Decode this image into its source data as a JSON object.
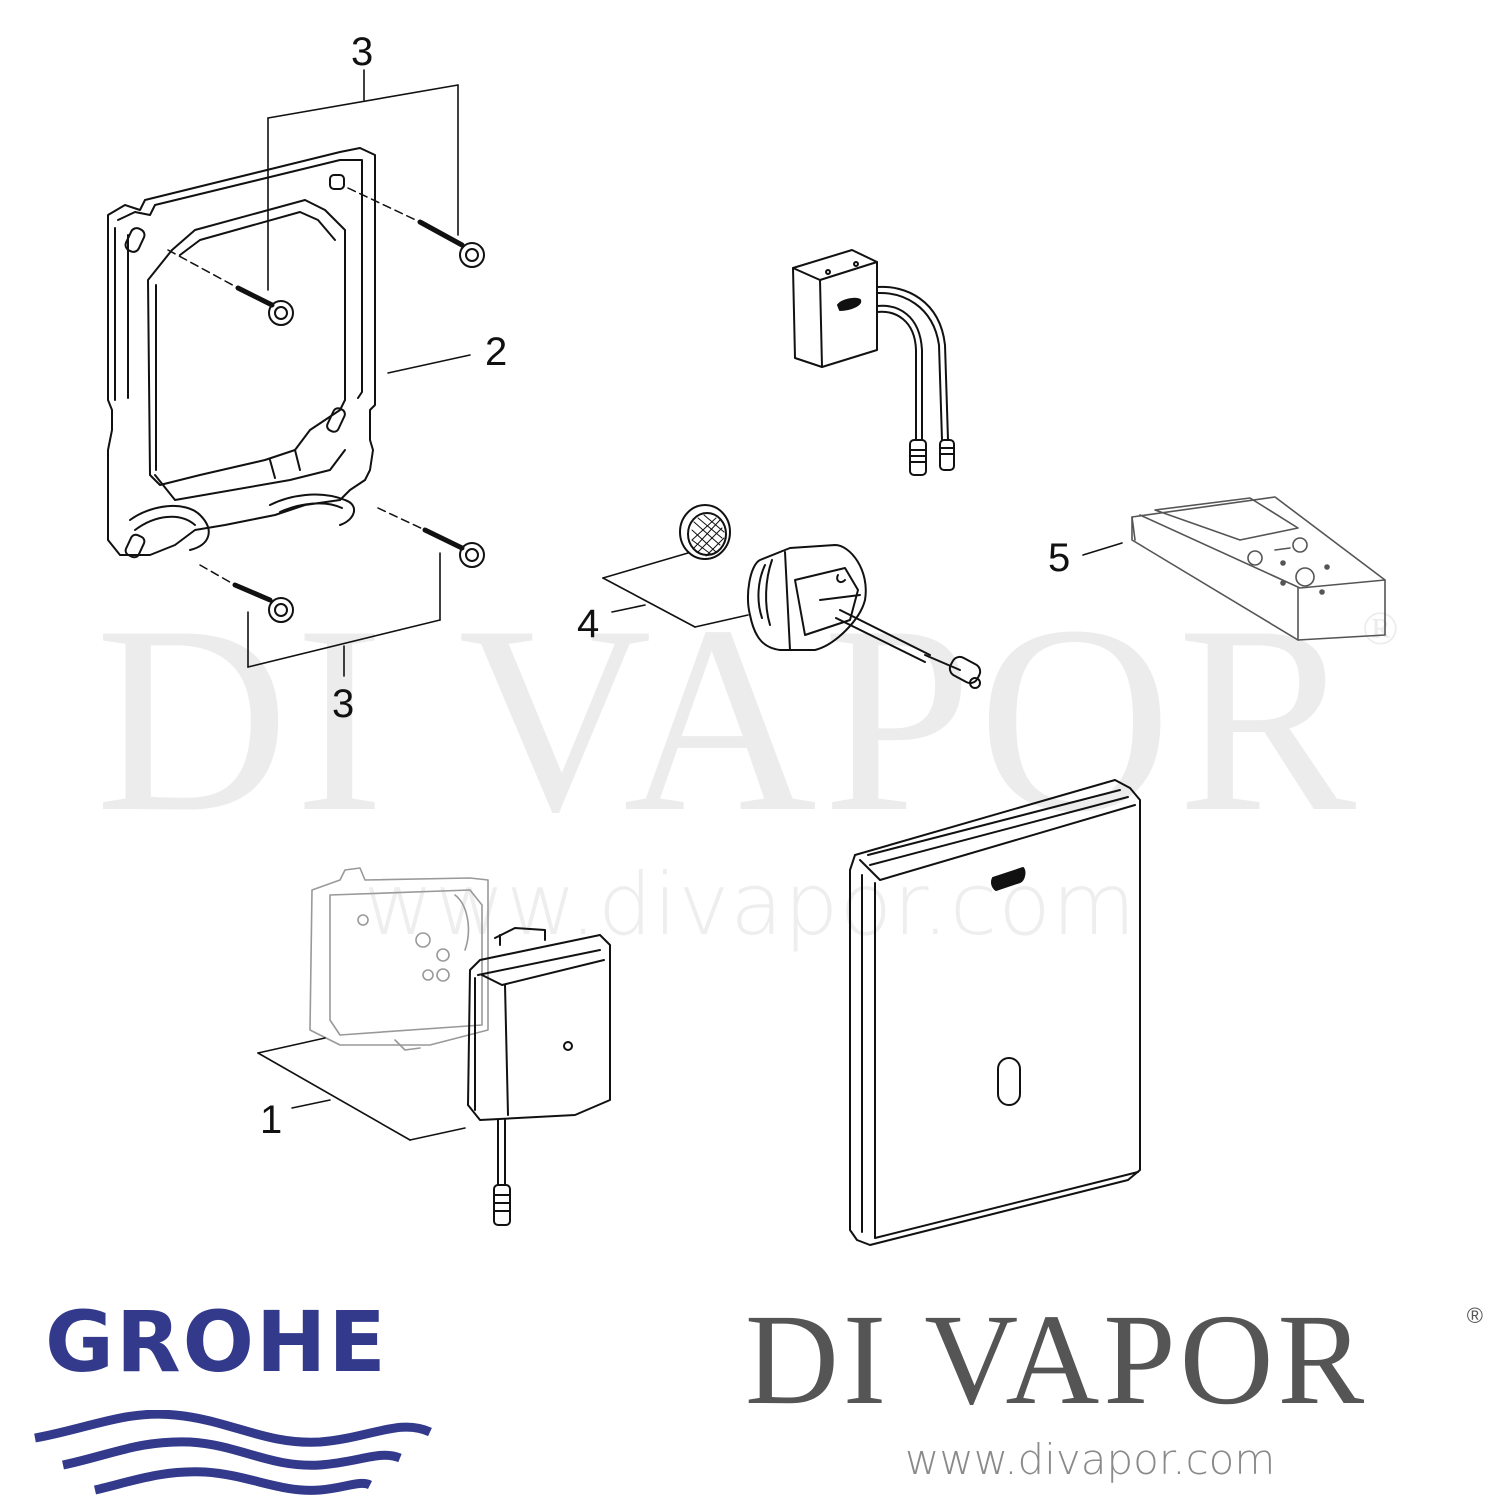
{
  "diagram": {
    "type": "exploded-parts-diagram",
    "callouts": [
      {
        "id": "1",
        "label": "1",
        "part": "power-supply-module-with-junction-box"
      },
      {
        "id": "2",
        "label": "2",
        "part": "mounting-frame"
      },
      {
        "id": "3a",
        "label": "3",
        "part": "screws-upper"
      },
      {
        "id": "3b",
        "label": "3",
        "part": "screws-lower"
      },
      {
        "id": "4",
        "label": "4",
        "part": "solenoid-valve-with-filter"
      },
      {
        "id": "5",
        "label": "5",
        "part": "remote-control"
      }
    ],
    "unlabeled_parts": [
      "electronics-module-with-cables",
      "cover-plate-with-infrared-sensor"
    ]
  },
  "watermark": {
    "brand": "DI VAPOR",
    "registered": "®",
    "url": "www.divapor.com"
  },
  "logos": {
    "grohe": {
      "text": "GROHE",
      "color": "#333a8c"
    },
    "divapor": {
      "text": "DI VAPOR",
      "registered": "®",
      "url": "www.divapor.com",
      "color": "#555555",
      "url_color": "#8a8a8a"
    }
  }
}
